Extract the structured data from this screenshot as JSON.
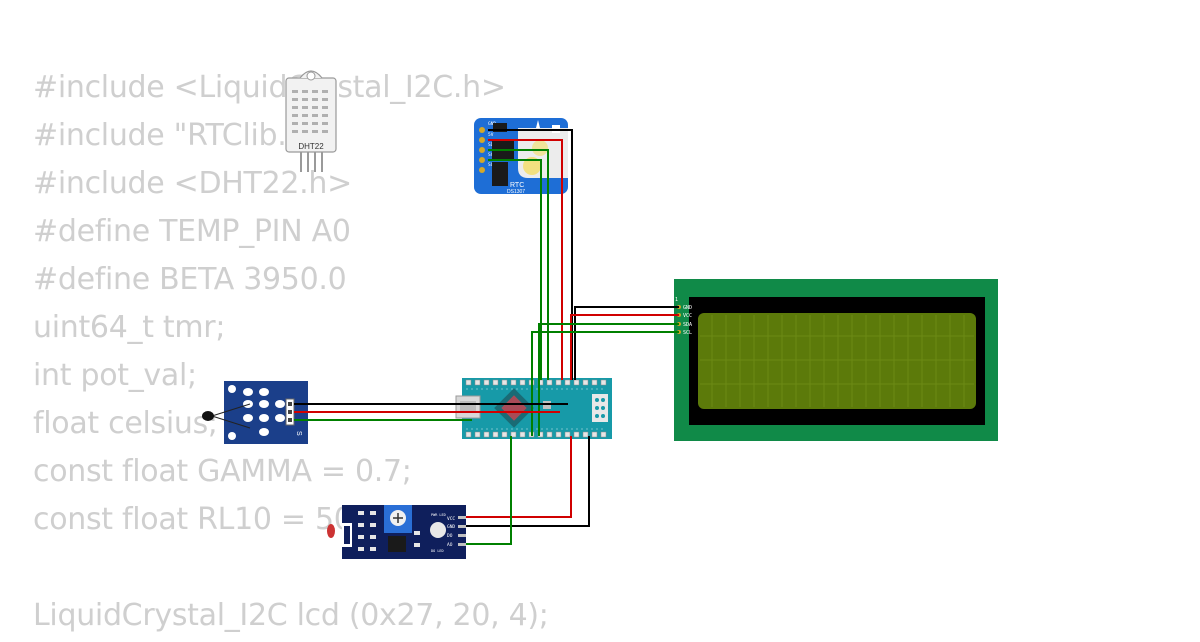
{
  "code_lines": [
    "#include <LiquidCrystal_I2C.h>",
    "#include \"RTClib.h\"",
    "#include <DHT22.h>",
    "#define TEMP_PIN A0",
    "#define BETA 3950.0",
    "uint64_t tmr;",
    "int pot_val;",
    "float celsius;",
    "const float GAMMA = 0.7;",
    "const float RL10 = 50;",
    "",
    "LiquidCrystal_I2C lcd (0x27, 20, 4);"
  ],
  "components": {
    "dht": {
      "label": "DHT22"
    },
    "rtc": {
      "label": "RTC",
      "chip": "DS1307",
      "pins": [
        "GND",
        "5V",
        "SDA",
        "SCL",
        "SQW"
      ]
    },
    "lcd": {
      "pins": [
        "GND",
        "VCC",
        "SDA",
        "SCL"
      ],
      "pin_index": "1"
    },
    "ntc": {
      "pin_label": "S"
    },
    "ldr": {
      "pins": [
        "VCC",
        "GND",
        "DO",
        "AO"
      ],
      "leds": [
        "PWR LED",
        "DO LED"
      ]
    }
  },
  "colors": {
    "wire_black": "#000000",
    "wire_red": "#d00000",
    "wire_green": "#008000",
    "pcb_nano": "#179aa8",
    "pcb_rtc": "#1e6ed6",
    "pcb_lcd_frame": "#108a48",
    "lcd_screen": "#5c7a0a",
    "pcb_ntc": "#1b3f8a",
    "pcb_ldr": "#0f1f5c",
    "code_text": "#cfcfcf"
  }
}
